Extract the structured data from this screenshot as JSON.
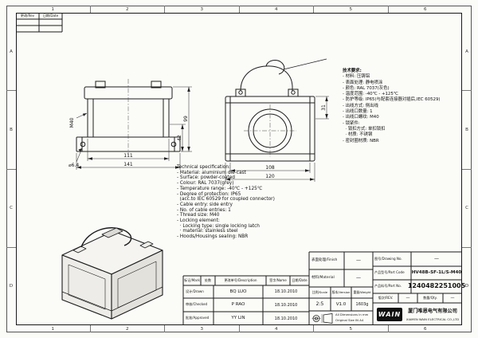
{
  "sheet": {
    "zones_top": [
      "1",
      "2",
      "3",
      "4",
      "5",
      "6"
    ],
    "zones_bottom": [
      "1",
      "2",
      "3",
      "4",
      "5",
      "6"
    ],
    "zones_left": [
      "A",
      "B",
      "C",
      "D"
    ],
    "zones_right": [
      "A",
      "B",
      "C",
      "D"
    ]
  },
  "rev_strip": {
    "col1": "更改/Rev",
    "col2": "日期/Date"
  },
  "front_view": {
    "dim_body_width": "111",
    "dim_overall_width": "141",
    "dim_height": "99",
    "dim_lower_height": "42",
    "thread_label": "M40",
    "hole_label": "⌀6.4"
  },
  "side_view": {
    "dim_body_width": "108",
    "dim_overall_width": "120",
    "dim_boss": "31"
  },
  "notes_cn": {
    "title": "技术要求:",
    "lines": [
      "- 材料: 压铸铝",
      "- 表面处理: 静电喷涂",
      "- 颜色: RAL 7037(灰色)",
      "- 温度范围: -40℃ - +125℃",
      "- 防护等级: IP65(与配套连接器对插后,IEC 60529)",
      "- 出线方式: 侧出线",
      "- 出线口数量: 1",
      "- 出线口螺纹: M40",
      "- 锁紧件:",
      "  · 锁扣方式: 单扣锁扣",
      "  · 材质: 不锈钢",
      "- 密封圈材质: NBR"
    ]
  },
  "notes_en": {
    "title": "Technical specification:",
    "lines": [
      "- Material: aluminium die-cast",
      "- Surface: powder-coated",
      "- Colour: RAL 7037(grey)",
      "- Temperature range: -40℃ - +125℃",
      "- Degree of protection: IP65",
      "  (acc.to IEC 60529 for coupled connector)",
      "- Cable entry: side entry",
      "- No. of cable entries: 1",
      "- Thread size: M40",
      "- Locking element:",
      "  · Locking type: single locking latch",
      "  · material: stainless steel",
      "- Hoods/Housings sealing: NBR"
    ]
  },
  "title_block": {
    "rev_header": {
      "mark": "标记/Mark",
      "count": "处数",
      "desc": "更改单号/Description",
      "name": "签字/Name",
      "date": "日期/Date"
    },
    "signatures": [
      {
        "role": "设计/Drawn",
        "name": "BQ LUO",
        "date": "18.10.2010"
      },
      {
        "role": "审核/Checked",
        "name": "P RAO",
        "date": "18.10.2010"
      },
      {
        "role": "批准/Approved",
        "name": "YY LIN",
        "date": "18.10.2010"
      }
    ],
    "finish_label": "表面处理/Finish",
    "finish_value": "—",
    "material_label": "材料/Material",
    "material_value": "—",
    "scale_label": "比例/Scale",
    "scale_value": "2:5",
    "version_label": "版本/Version",
    "version_value": "V1.0",
    "weight_label": "重量/Weight",
    "weight_value": "1603g",
    "rev_label": "版次/REV.",
    "rev_value": "—",
    "qty_label": "数量/Qty.",
    "qty_value": "—",
    "drawing_no_label": "图号/Drawing No.",
    "drawing_no_value": "—",
    "part_code_label": "产品型号/Part Code",
    "part_code_value": "HV48B-SF-1L/S-M40",
    "part_no_label": "产品料号/Part No.",
    "part_no_value": "1240482251005",
    "mm_note": "All Dimensions in mm",
    "size_note": "Original Size IN A4",
    "company": {
      "logo": "WAIN",
      "cn": "厦门唯恩电气有限公司",
      "en": "XIAMEN WAIN ELECTRICAL CO.,LTD"
    }
  }
}
